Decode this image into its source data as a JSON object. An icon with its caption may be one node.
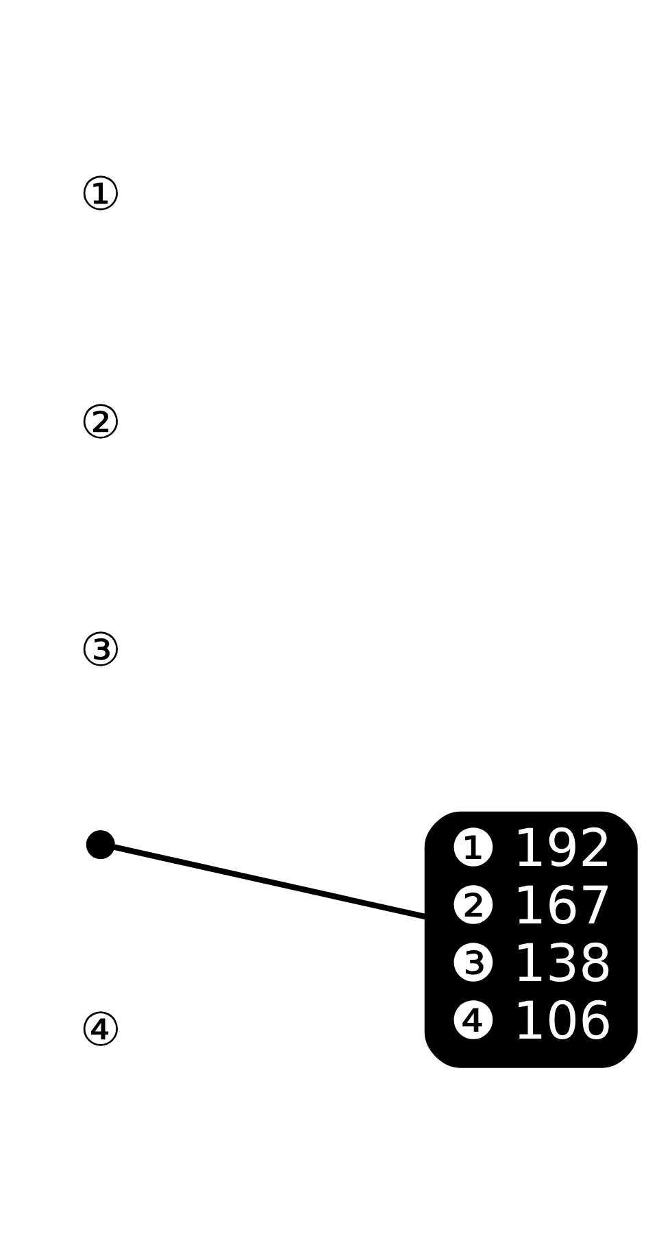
{
  "diagram": {
    "nodes": [
      {
        "text": [
          "❶ 192",
          "❷ 167",
          "❸ 138",
          "❹ 106"
        ]
      },
      {
        "text": [],
        "shape": "circle"
      }
    ],
    "edges": [
      {
        "from": 0,
        "to": 1,
        "arrow": "none"
      }
    ],
    "labels": [
      "④",
      "③",
      "②",
      "①"
    ]
  }
}
